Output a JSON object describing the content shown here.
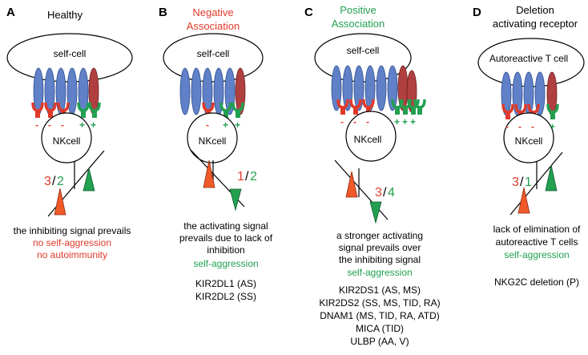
{
  "colors": {
    "red": "#e03a2a",
    "green": "#22a050",
    "blue": "#6080c8",
    "maroon": "#b04040",
    "orange": "#f05a28",
    "black": "#000000"
  },
  "panels": [
    {
      "letter": "A",
      "title": [
        "Healthy"
      ],
      "title_color": "#000000",
      "cell_top": "self-cell",
      "cell_bottom": "NKcell",
      "ratio_left": "3",
      "ratio_right": "2",
      "outcome": [
        "the inhibiting signal prevails"
      ],
      "outcome_colored": [
        "no  self-aggression",
        "no autoimmunity"
      ],
      "outcome_color": "#e03a2a",
      "genes": []
    },
    {
      "letter": "B",
      "title": [
        "Negative",
        "Association"
      ],
      "title_color": "#e03a2a",
      "cell_top": "self-cell",
      "cell_bottom": "NKcell",
      "ratio_left": "1",
      "ratio_right": "2",
      "outcome": [
        "the activating signal",
        "prevails due to lack of",
        "inhibition"
      ],
      "outcome_colored": [
        "self-aggression"
      ],
      "outcome_color": "#22a050",
      "genes": [
        "KIR2DL1 (AS)",
        "KIR2DL2 (SS)"
      ]
    },
    {
      "letter": "C",
      "title": [
        "Positive",
        "Association"
      ],
      "title_color": "#22a050",
      "cell_top": "self-cell",
      "cell_bottom": "NKcell",
      "ratio_left": "3",
      "ratio_right": "4",
      "outcome": [
        "a stronger activating",
        "signal prevails  over",
        "the inhibiting signal"
      ],
      "outcome_colored": [
        "self-aggression"
      ],
      "outcome_color": "#22a050",
      "genes": [
        "KIR2DS1 (AS, MS)",
        "KIR2DS2 (SS, MS, TID, RA)",
        "DNAM1  (MS, TID, RA, ATD)",
        "MICA (TID)",
        "ULBP (AA, V)"
      ]
    },
    {
      "letter": "D",
      "title": [
        "Deletion",
        "activating receptor"
      ],
      "title_color": "#000000",
      "cell_top": "Autoreactive T cell",
      "cell_bottom": "NKcell",
      "ratio_left": "3",
      "ratio_right": "1",
      "outcome": [
        "lack of elimination of",
        "autoreactive T cells"
      ],
      "outcome_colored": [
        "self-aggression"
      ],
      "outcome_color": "#22a050",
      "genes": [
        "NKG2C deletion (P)"
      ]
    }
  ]
}
